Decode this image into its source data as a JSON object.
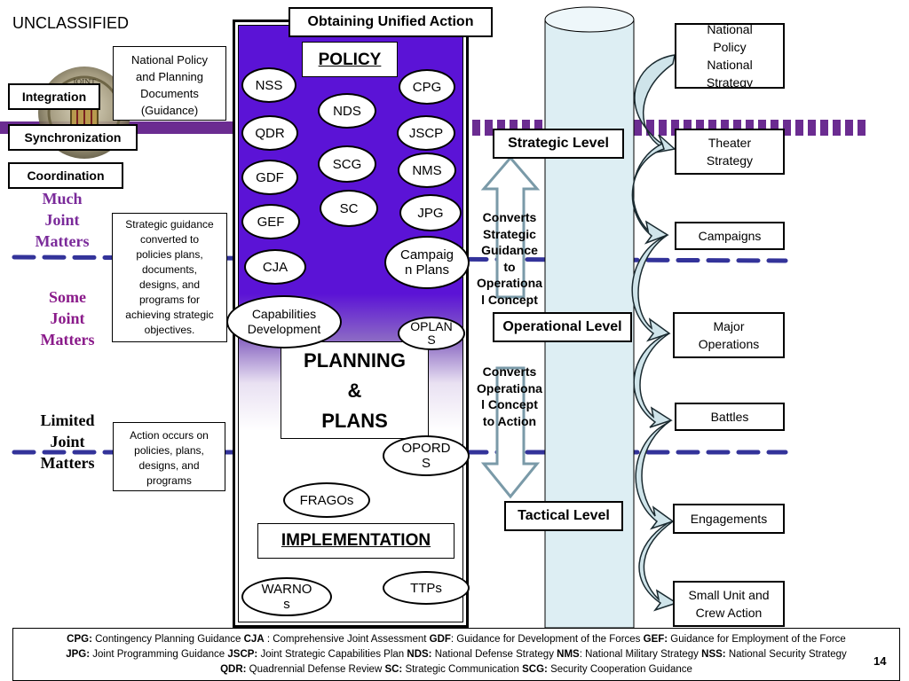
{
  "classification": "UNCLASSIFIED",
  "title": "Obtaining Unified Action",
  "left_buttons": [
    "Integration",
    "Synchronization",
    "Coordination"
  ],
  "national_policy_note": [
    "National Policy",
    "and Planning",
    "Documents",
    "(Guidance)"
  ],
  "strategic_guidance_note": [
    "Strategic guidance",
    "converted to",
    "policies plans,",
    "documents,",
    "designs, and",
    "programs for",
    "achieving strategic",
    "objectives."
  ],
  "action_note": [
    "Action occurs on",
    "policies, plans,",
    "designs, and",
    "programs"
  ],
  "matters": {
    "much": [
      "Much",
      "Joint",
      "Matters"
    ],
    "some": [
      "Some",
      "Joint",
      "Matters"
    ],
    "limited": [
      "Limited",
      "Joint",
      "Matters"
    ]
  },
  "column_labels": {
    "policy": "POLICY",
    "planning": [
      "PLANNING",
      "&",
      "PLANS"
    ],
    "implementation": "IMPLEMENTATION"
  },
  "ovals": {
    "nss": "NSS",
    "cpg": "CPG",
    "nds": "NDS",
    "qdr": "QDR",
    "jscp": "JSCP",
    "scg": "SCG",
    "gdf": "GDF",
    "nms": "NMS",
    "sc": "SC",
    "jpg": "JPG",
    "gef": "GEF",
    "cja": "CJA",
    "campaign_plans": [
      "Campaig",
      "n Plans"
    ],
    "capabilities": [
      "Capabilities",
      "Development"
    ],
    "oplans": [
      "OPLAN",
      "S"
    ],
    "opords": [
      "OPORD",
      "S"
    ],
    "fragos": "FRAGOs",
    "warnos": [
      "WARNO",
      "s"
    ],
    "ttps": "TTPs"
  },
  "levels": {
    "strategic": "Strategic Level",
    "operational": "Operational Level",
    "tactical": "Tactical Level"
  },
  "converts": {
    "strategic": [
      "Converts",
      "Strategic",
      "Guidance",
      "to",
      "Operationa",
      "l Concept"
    ],
    "operational": [
      "Converts",
      "Operationa",
      "l Concept",
      "to Action"
    ]
  },
  "right_boxes": {
    "national": [
      "National",
      "Policy",
      "National",
      "Strategy"
    ],
    "theater": [
      "Theater",
      "Strategy"
    ],
    "campaigns": "Campaigns",
    "major": [
      "Major",
      "Operations"
    ],
    "battles": "Battles",
    "engagements": "Engagements",
    "small_unit": [
      "Small Unit and",
      "Crew Action"
    ]
  },
  "legend": {
    "line1": [
      [
        "CPG:",
        " Contingency Planning Guidance "
      ],
      [
        "CJA",
        " : Comprehensive Joint Assessment "
      ],
      [
        "GDF",
        ": Guidance for Development of the Forces "
      ],
      [
        "GEF:",
        " Guidance for Employment of the Force"
      ]
    ],
    "line2": [
      [
        "JPG:",
        " Joint Programming Guidance "
      ],
      [
        "JSCP:",
        " Joint Strategic Capabilities Plan "
      ],
      [
        "NDS:",
        " National Defense Strategy  "
      ],
      [
        "NMS",
        ": National Military Strategy "
      ],
      [
        "NSS:",
        " National Security Strategy"
      ]
    ],
    "line3": [
      [
        "QDR:",
        " Quadrennial Defense Review  "
      ],
      [
        "SC:",
        " Strategic Communication "
      ],
      [
        "SCG:",
        " Security Cooperation Guidance"
      ]
    ]
  },
  "page_number": "14",
  "colors": {
    "purple": "#5b13d6",
    "dash_blue": "#33339a",
    "stripe_purple": "#6b2c91",
    "arrow_fill": "#cfe4ea"
  }
}
